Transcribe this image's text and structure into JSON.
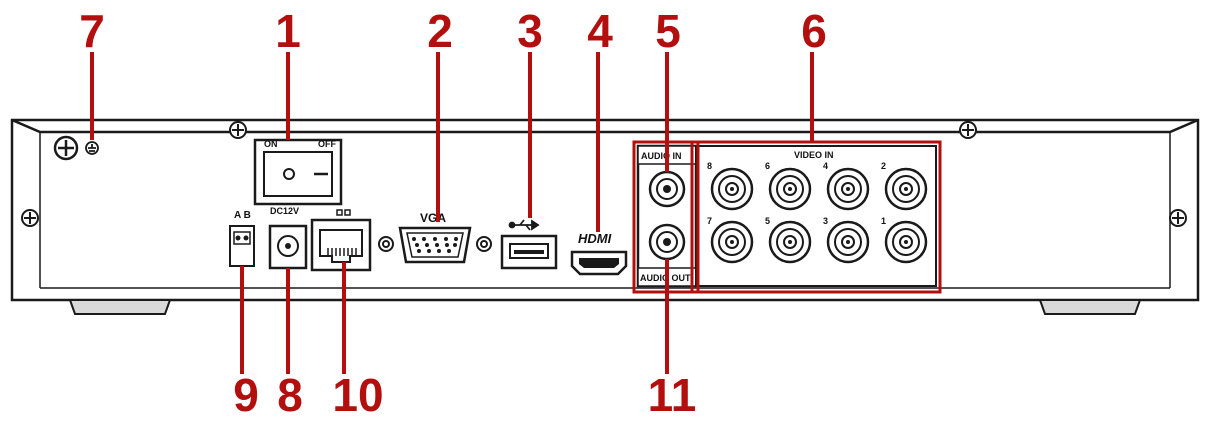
{
  "colors": {
    "callout": "#b30f0f",
    "panel_line": "#1a1a1a",
    "panel_fill": "#ffffff",
    "shade": "#bdbdbd"
  },
  "callouts": [
    {
      "id": "7",
      "label": "7",
      "target": "ground-screw"
    },
    {
      "id": "1",
      "label": "1",
      "target": "power-switch"
    },
    {
      "id": "2",
      "label": "2",
      "target": "vga-port"
    },
    {
      "id": "3",
      "label": "3",
      "target": "usb-port"
    },
    {
      "id": "4",
      "label": "4",
      "target": "hdmi-port"
    },
    {
      "id": "5",
      "label": "5",
      "target": "audio-in-port"
    },
    {
      "id": "6",
      "label": "6",
      "target": "video-in-group"
    },
    {
      "id": "9",
      "label": "9",
      "target": "rs485-terminal"
    },
    {
      "id": "8",
      "label": "8",
      "target": "dc-power-jack"
    },
    {
      "id": "10",
      "label": "10",
      "target": "network-port"
    },
    {
      "id": "11",
      "label": "11",
      "target": "audio-out-port"
    }
  ],
  "panel_labels": {
    "switch_on": "ON",
    "switch_off": "OFF",
    "rs485": "A B",
    "dc_power": "DC12V",
    "vga": "VGA",
    "hdmi": "HDMI",
    "audio_in": "AUDIO IN",
    "audio_out": "AUDIO OUT",
    "video_in": "VIDEO IN",
    "channels_top": [
      "8",
      "6",
      "4",
      "2"
    ],
    "channels_bottom": [
      "7",
      "5",
      "3",
      "1"
    ]
  }
}
